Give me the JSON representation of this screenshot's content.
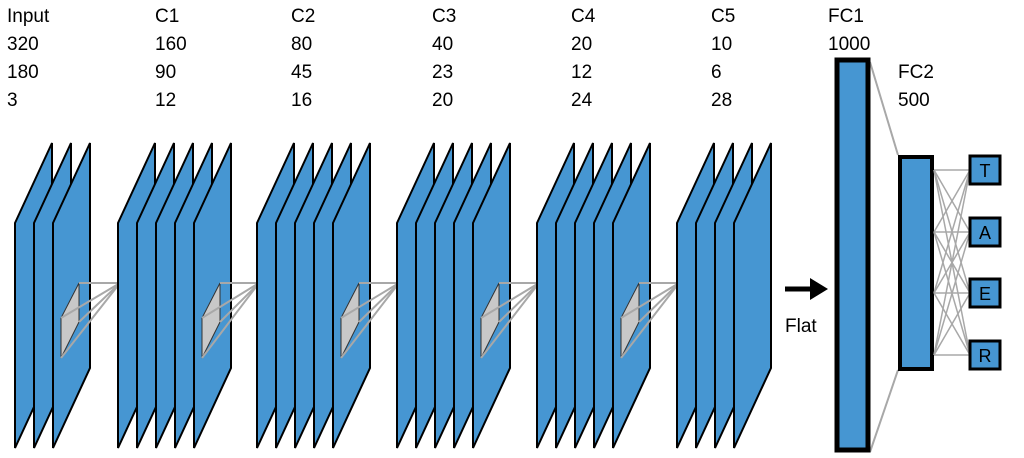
{
  "layers": [
    {
      "name": "Input",
      "dims": [
        "320",
        "180",
        "3"
      ],
      "planes": 3,
      "kernel": true
    },
    {
      "name": "C1",
      "dims": [
        "160",
        "90",
        "12"
      ],
      "planes": 5,
      "kernel": true
    },
    {
      "name": "C2",
      "dims": [
        "80",
        "45",
        "16"
      ],
      "planes": 5,
      "kernel": true
    },
    {
      "name": "C3",
      "dims": [
        "40",
        "23",
        "20"
      ],
      "planes": 5,
      "kernel": true
    },
    {
      "name": "C4",
      "dims": [
        "20",
        "12",
        "24"
      ],
      "planes": 5,
      "kernel": true
    },
    {
      "name": "C5",
      "dims": [
        "10",
        "6",
        "28"
      ],
      "planes": 4,
      "kernel": false
    }
  ],
  "fc1": {
    "name": "FC1",
    "size": "1000"
  },
  "fc2": {
    "name": "FC2",
    "size": "500"
  },
  "flat_label": "Flat",
  "outputs": [
    "T",
    "A",
    "E",
    "R"
  ],
  "colors": {
    "plane": "#4696d2",
    "kernel": "#c8c8c8",
    "line": "#a8a8a8",
    "stroke": "#000000"
  }
}
